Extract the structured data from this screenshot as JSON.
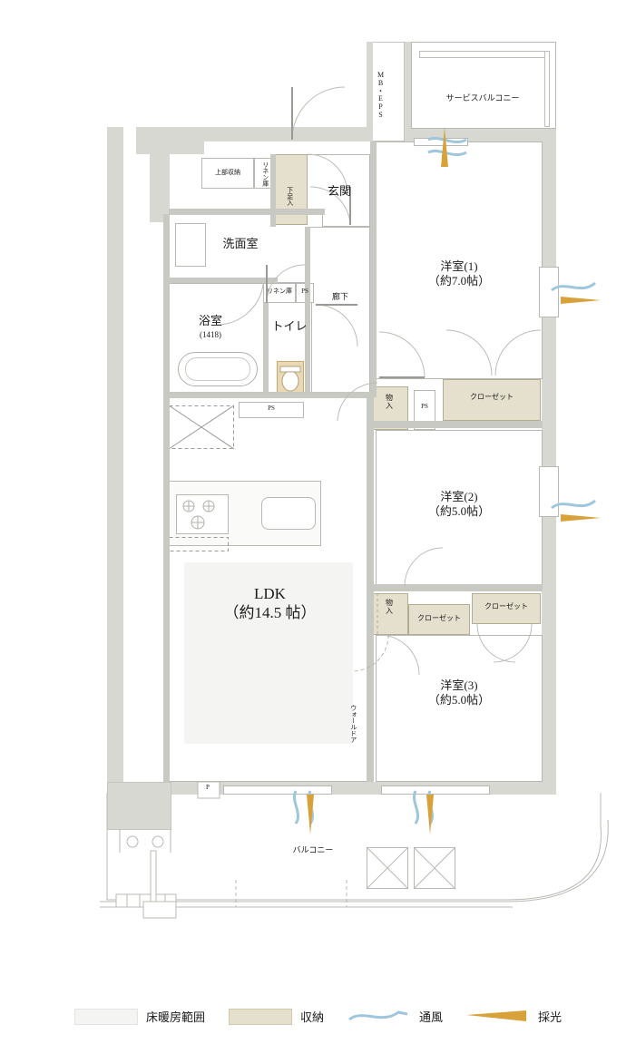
{
  "plan": {
    "title_rooms": [
      {
        "id": "ldk",
        "label": "LDK\n（約14.5 帖）"
      },
      {
        "id": "washitsu1",
        "label": "洋室(1)\n（約7.0帖）"
      },
      {
        "id": "washitsu2",
        "label": "洋室(2)\n（約5.0帖）"
      },
      {
        "id": "washitsu3",
        "label": "洋室(3)\n（約5.0帖）"
      },
      {
        "id": "genkan",
        "label": "玄関"
      },
      {
        "id": "senmenshitsu",
        "label": "洗面室"
      },
      {
        "id": "yokushitsu",
        "label": "浴室"
      },
      {
        "id": "yokushitsu_size",
        "label": "(1418)"
      },
      {
        "id": "toilet",
        "label": "トイレ"
      },
      {
        "id": "rouka",
        "label": "廊下"
      }
    ],
    "small_labels": [
      {
        "id": "service-balcony",
        "label": "サービスバルコニー"
      },
      {
        "id": "balcony",
        "label": "バルコニー"
      },
      {
        "id": "mb-eps",
        "label": "MB・EPS"
      },
      {
        "id": "joubu-shuunou",
        "label": "上部収納"
      },
      {
        "id": "linen-ko-top",
        "label": "リネン庫"
      },
      {
        "id": "getabako",
        "label": "下足入"
      },
      {
        "id": "linen-ko-2",
        "label": "リネン庫"
      },
      {
        "id": "ps-1",
        "label": "PS"
      },
      {
        "id": "ps-2",
        "label": "PS"
      },
      {
        "id": "ps-3",
        "label": "PS"
      },
      {
        "id": "monoire-1",
        "label": "物\n入"
      },
      {
        "id": "monoire-2",
        "label": "物\n入"
      },
      {
        "id": "closet-1",
        "label": "クローゼット"
      },
      {
        "id": "closet-2",
        "label": "クローゼット"
      },
      {
        "id": "closet-3",
        "label": "クローゼット"
      },
      {
        "id": "walk-in-door",
        "label": "ウォールドア"
      },
      {
        "id": "porch-p",
        "label": "P"
      }
    ]
  },
  "legend": {
    "items": [
      {
        "id": "floor-heating",
        "label": "床暖房範囲",
        "color": "#f4f4f2"
      },
      {
        "id": "storage",
        "label": "収納",
        "color": "#e5e0cd"
      },
      {
        "id": "ventilation",
        "label": "通風",
        "color": "#9ec6dd"
      },
      {
        "id": "daylight",
        "label": "採光",
        "color": "#d8a13a"
      }
    ]
  }
}
